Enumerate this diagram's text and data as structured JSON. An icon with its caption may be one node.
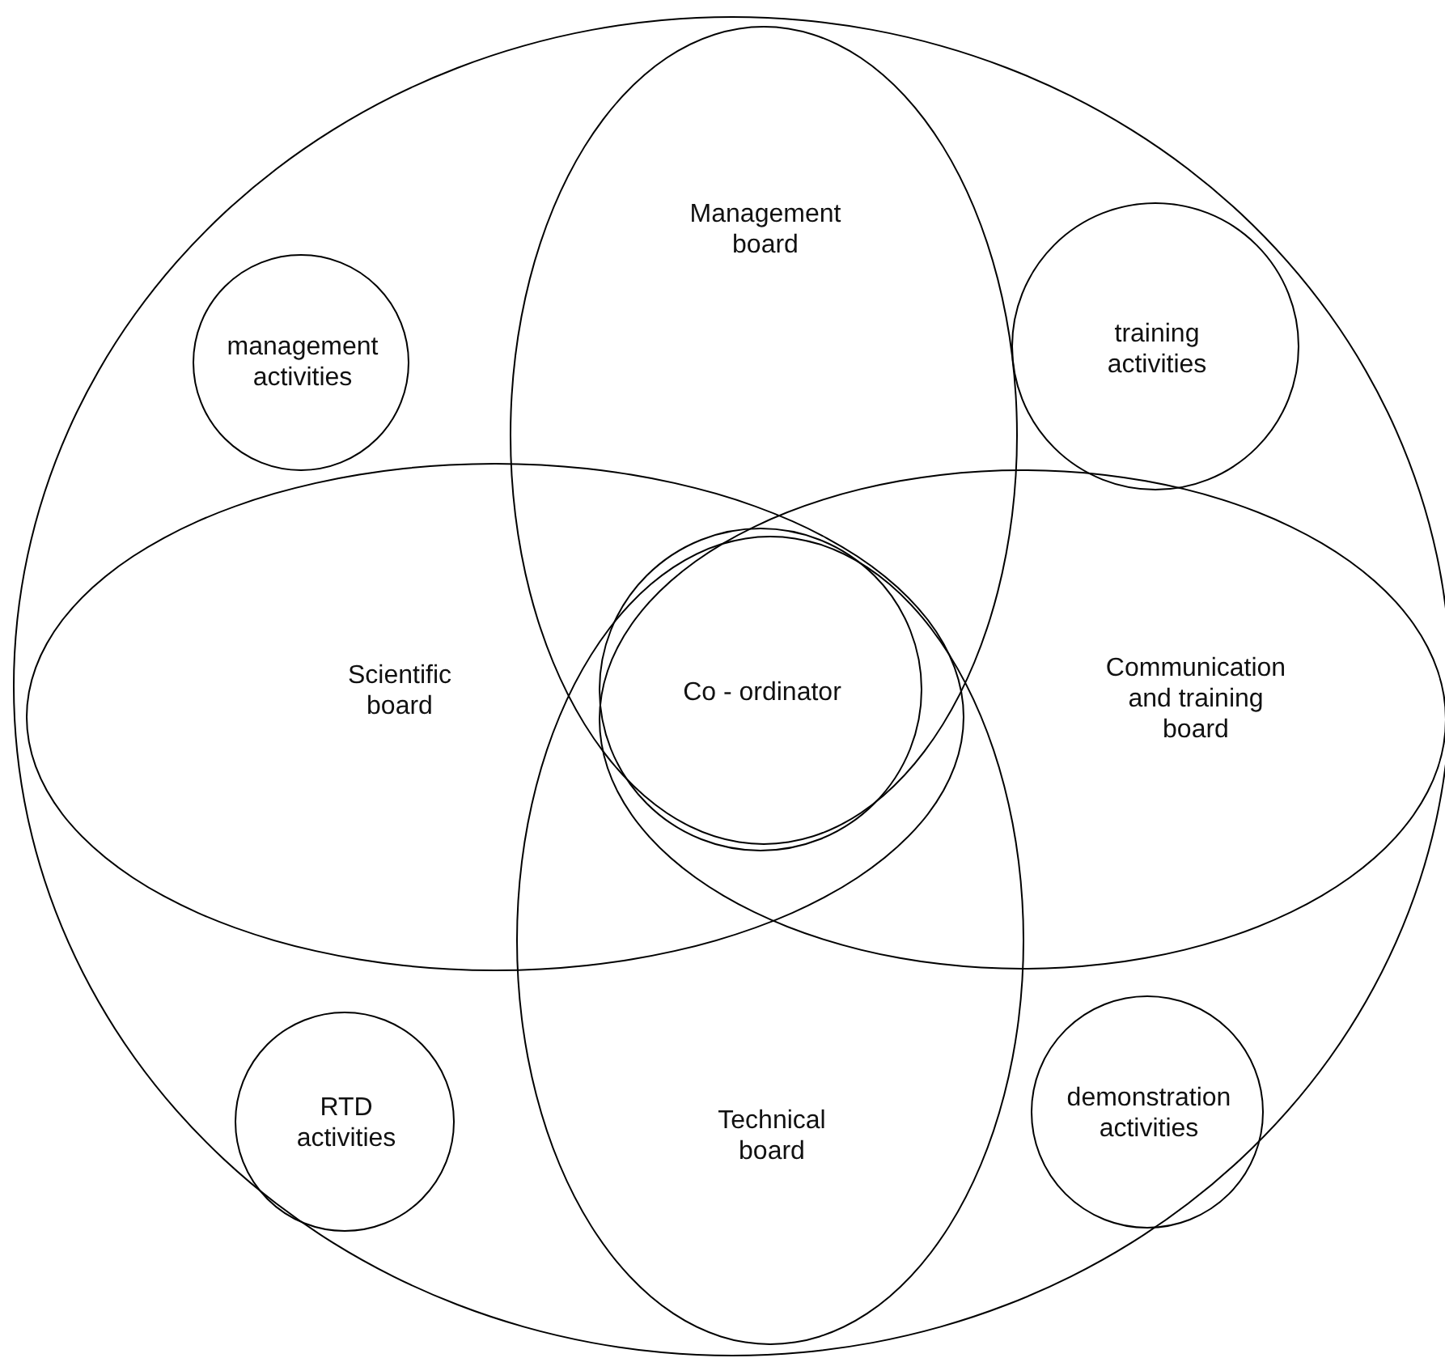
{
  "diagram": {
    "nodes": [
      {
        "text": [],
        "shape": "ellipse"
      },
      {
        "text": [
          "Management board"
        ],
        "in": 0
      },
      {
        "text": [
          "management activities"
        ],
        "in": 0
      },
      {
        "text": [
          "training activities"
        ],
        "in": 0
      },
      {
        "text": [
          "Scientific board"
        ],
        "in": 0
      },
      {
        "text": [
          "Co - ordinator"
        ]
      },
      {
        "text": [
          "Communication and training board"
        ],
        "in": 0
      },
      {
        "text": [
          "RTD activities"
        ],
        "in": 0
      },
      {
        "text": [
          "Technical board"
        ],
        "in": 0
      },
      {
        "text": [
          "demonstration activities"
        ],
        "in": 0
      }
    ]
  }
}
